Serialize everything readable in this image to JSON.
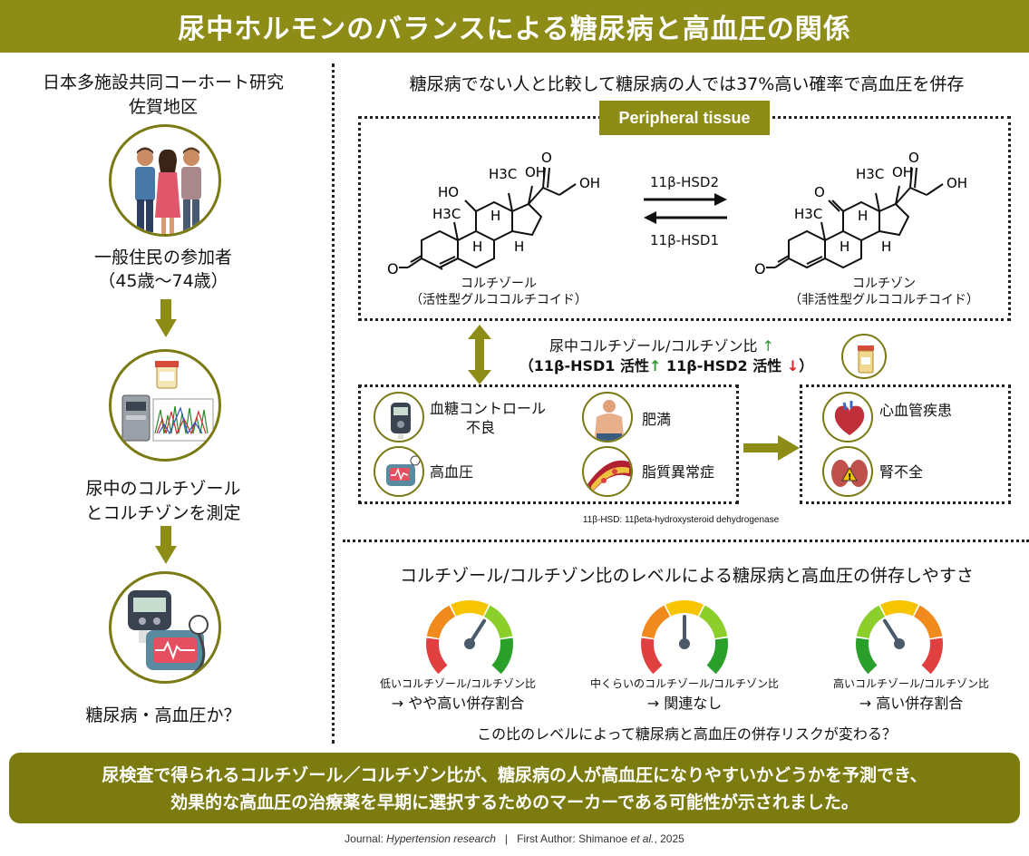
{
  "title": "尿中ホルモンのバランスによる糖尿病と高血圧の関係",
  "left": {
    "study": "日本多施設共同コーホート研究",
    "region": "佐賀地区",
    "participants": "一般住民の参加者",
    "age_range": "（45歳〜74歳）",
    "measure_line1": "尿中のコルチゾール",
    "measure_line2": "とコルチゾンを測定",
    "question": "糖尿病・高血圧か？"
  },
  "top_finding": "糖尿病でない人と比較して糖尿病の人では37%高い確率で高血圧を併存",
  "peripheral": {
    "label": "Peripheral tissue",
    "enzyme_forward": "11β-HSD2",
    "enzyme_reverse": "11β-HSD1",
    "cortisol_name": "コルチゾール",
    "cortisol_desc": "（活性型グルココルチコイド）",
    "cortisone_name": "コルチゾン",
    "cortisone_desc": "（非活性型グルココルチコイド）",
    "atoms": {
      "ho": "HO",
      "oh": "OH",
      "o": "O",
      "h": "H",
      "h3c": "H3C"
    }
  },
  "ratio": {
    "line1": "尿中コルチゾール/コルチゾン比",
    "line2_a": "（11",
    "beta": "β",
    "line2_b": "-HSD1 活性",
    "line2_c": "11",
    "line2_d": "-HSD2 活性",
    "line2_e": "）",
    "up": "↑",
    "down": "↓"
  },
  "conditions": [
    {
      "label": "血糖コントロール",
      "label2": "不良",
      "icon": "glucose-meter-icon"
    },
    {
      "label": "肥満",
      "icon": "obesity-icon"
    },
    {
      "label": "高血圧",
      "icon": "blood-pressure-icon"
    },
    {
      "label": "脂質異常症",
      "icon": "artery-plaque-icon"
    }
  ],
  "outcomes": [
    {
      "label": "心血管疾患",
      "icon": "heart-icon"
    },
    {
      "label": "腎不全",
      "icon": "kidney-icon"
    }
  ],
  "footnote": "11β-HSD: 11βeta-hydroxysteroid dehydrogenase",
  "gauges_title": "コルチゾール/コルチゾン比のレベルによる糖尿病と高血圧の併存しやすさ",
  "gauges": [
    {
      "label": "低いコルチゾール/コルチゾン比",
      "result": "→ やや高い併存割合",
      "needle": 0.62
    },
    {
      "label": "中くらいのコルチゾール/コルチゾン比",
      "result": "→ 関連なし",
      "needle": 0.5
    },
    {
      "label": "高いコルチゾール/コルチゾン比",
      "result": "→ 高い併存割合",
      "needle": 0.38
    }
  ],
  "gauge_question": "この比のレベルによって糖尿病と高血圧の併存リスクが変わる？",
  "conclusion_line1": "尿検査で得られるコルチゾール／コルチゾン比が、糖尿病の人が高血圧になりやすいかどうかを予測でき、",
  "conclusion_line2": "効果的な高血圧の治療薬を早期に選択するためのマーカーである可能性が示されました。",
  "footer": {
    "journal_label": "Journal: ",
    "journal": "Hypertension research",
    "sep": "|",
    "author_label": "First Author: Shimanoe ",
    "etal": "et al.",
    "year": ", 2025"
  },
  "colors": {
    "olive": "#8c8c17",
    "red": "#e04040",
    "orange": "#f08a1c",
    "yellow": "#f7c400",
    "lightgreen": "#8ccf2a",
    "green": "#2aa02a",
    "up_arrow": "#2a9a2a",
    "down_arrow": "#e02020"
  }
}
